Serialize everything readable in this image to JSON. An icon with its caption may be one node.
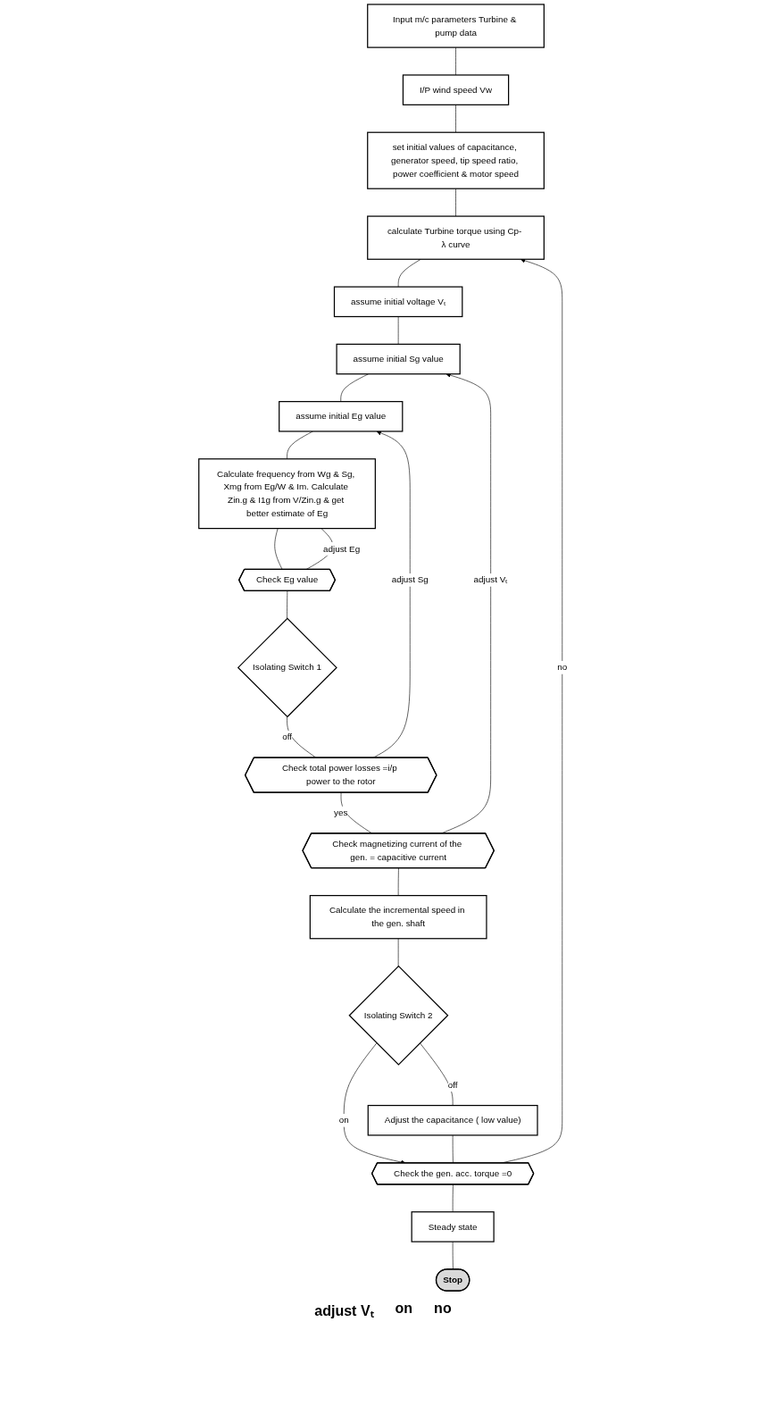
{
  "diagram": {
    "nodes": [
      {
        "text": [
          "Input m/c parameters Turbine & pump data"
        ]
      },
      {
        "text": [
          "I/P wind speed Vw"
        ]
      },
      {
        "text": [
          "set initial values of capacitance, generator speed, tip speed ratio, power coefficient & motor speed"
        ]
      },
      {
        "text": [
          "calculate Turbine torque using Cp- λ curve"
        ]
      },
      {
        "text": [
          "assume initial voltage Vₜ"
        ]
      },
      {
        "text": [
          "assume initial Sg value"
        ]
      },
      {
        "text": [
          "assume initial Eg value"
        ]
      },
      {
        "text": [
          "Calculate frequency from Wg & Sg, Xmg from Eg/W & Im. Calculate Zin.g & I1g from V/Zin.g & get better estimate of Eg"
        ]
      },
      {
        "text": [
          "Check Eg value"
        ]
      },
      {
        "text": [
          "Isolating Switch 1"
        ]
      },
      {
        "text": [
          "Check total power losses =i/p power to the rotor"
        ]
      },
      {
        "text": [
          "Check magnetizing current of the gen. = capacitive current"
        ]
      },
      {
        "text": [
          "Calculate the incremental speed in the gen. shaft"
        ]
      },
      {
        "text": [
          "Isolating Switch 2"
        ]
      },
      {
        "text": [
          "Adjust the capacitance ( low value)"
        ]
      },
      {
        "text": [
          "Check the gen. acc. torque =0"
        ]
      },
      {
        "text": [
          "Steady state"
        ]
      },
      {
        "text": [
          "Stop"
        ]
      }
    ],
    "edges": [
      {
        "from": 0,
        "to": 1,
        "arrow": "none"
      },
      {
        "from": 1,
        "to": 2,
        "arrow": "none"
      },
      {
        "from": 2,
        "to": 3,
        "arrow": "none"
      },
      {
        "from": 3,
        "to": 4,
        "arrow": "none"
      },
      {
        "from": 4,
        "to": 5,
        "arrow": "none"
      },
      {
        "from": 5,
        "to": 6,
        "arrow": "none"
      },
      {
        "from": 6,
        "to": 7,
        "arrow": "none"
      },
      {
        "from": 7,
        "to": 8,
        "arrow": "none"
      },
      {
        "from": 8,
        "to": 7,
        "label": "adjust Eg",
        "arrow": "none"
      },
      {
        "from": 8,
        "to": 9,
        "arrow": "none"
      },
      {
        "from": 9,
        "to": 10,
        "label": "off",
        "arrow": "none"
      },
      {
        "from": 10,
        "to": 6,
        "label": "adjust Sg",
        "arrow": "to"
      },
      {
        "from": 10,
        "to": 11,
        "label": "yes",
        "arrow": "none"
      },
      {
        "from": 11,
        "to": 5,
        "label": "adjust Vₜ",
        "arrow": "to"
      },
      {
        "from": 11,
        "to": 12,
        "arrow": "none"
      },
      {
        "from": 12,
        "to": 13,
        "arrow": "none"
      },
      {
        "from": 13,
        "to": 15,
        "label": "on",
        "arrow": "to"
      },
      {
        "from": 13,
        "to": 14,
        "label": "off",
        "arrow": "none"
      },
      {
        "from": 14,
        "to": 15,
        "arrow": "none"
      },
      {
        "from": 15,
        "to": 3,
        "label": "no",
        "arrow": "to"
      },
      {
        "from": 15,
        "to": 16,
        "arrow": "none"
      },
      {
        "from": 16,
        "to": 17,
        "arrow": "none"
      }
    ],
    "labels": [
      "adjust Vₜ",
      "on",
      "no"
    ]
  }
}
